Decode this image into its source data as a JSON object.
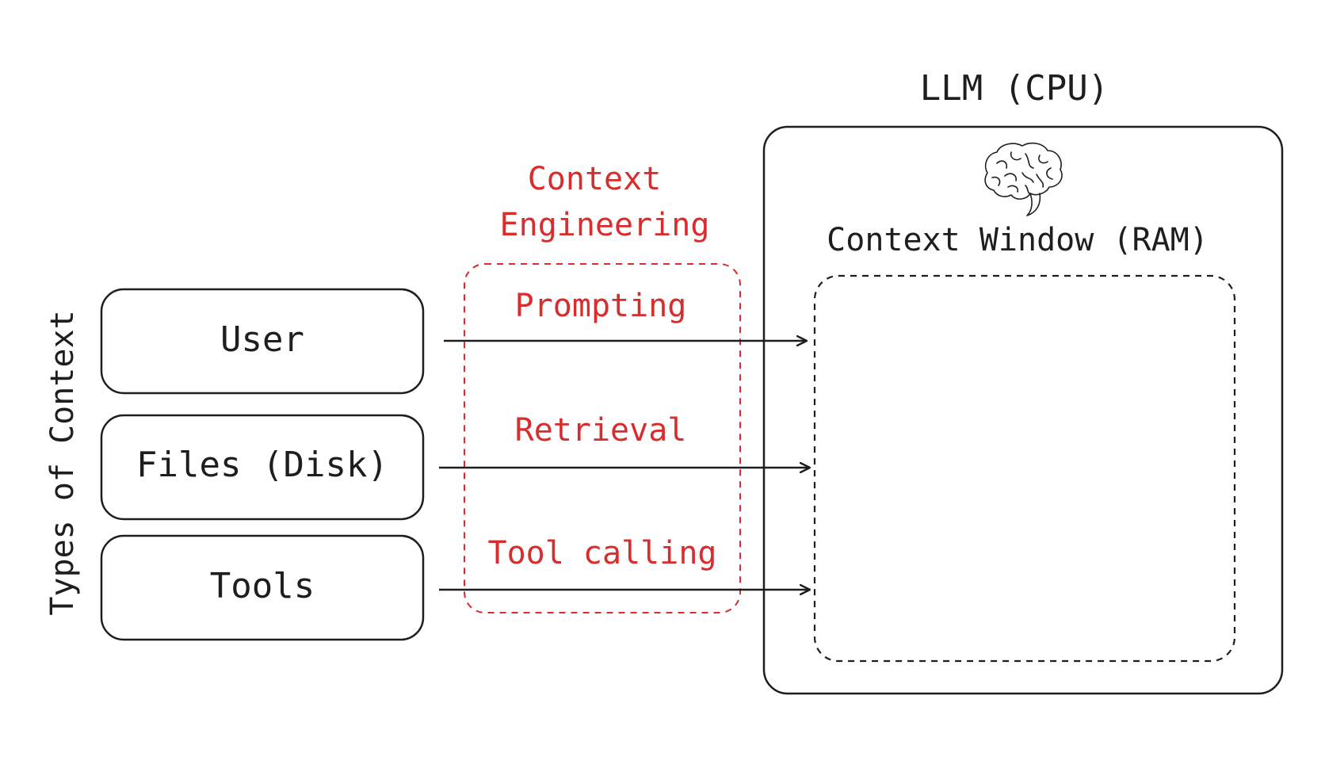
{
  "diagram": {
    "types_of_context": "Types of Context",
    "sources": {
      "user": "User",
      "files": "Files (Disk)",
      "tools": "Tools"
    },
    "engineering": {
      "title_line1": "Context",
      "title_line2": "Engineering",
      "methods": {
        "prompting": "Prompting",
        "retrieval": "Retrieval",
        "tool_calling": "Tool calling"
      }
    },
    "llm": {
      "title": "LLM (CPU)",
      "context_window": "Context Window (RAM)"
    },
    "icons": {
      "brain": "brain-icon"
    },
    "colors": {
      "ink": "#1e1e1e",
      "accent_red": "#d92c2c",
      "background": "#ffffff"
    }
  }
}
